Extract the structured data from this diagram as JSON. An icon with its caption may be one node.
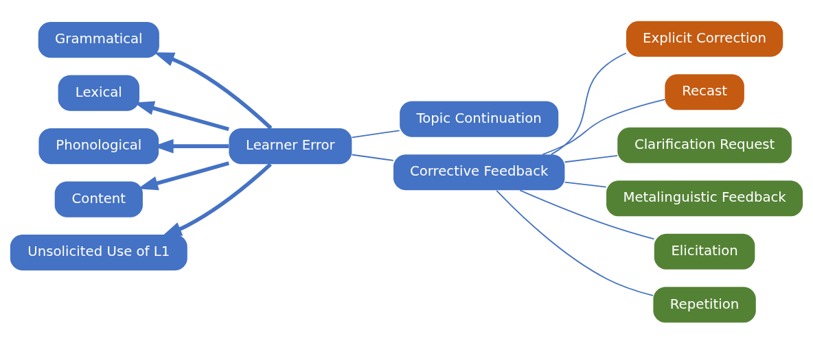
{
  "diagram": {
    "nodes": [
      {
        "text": [
          "Grammatical"
        ]
      },
      {
        "text": [
          "Lexical"
        ]
      },
      {
        "text": [
          "Phonological"
        ]
      },
      {
        "text": [
          "Learner Error"
        ]
      },
      {
        "text": [
          "Content"
        ]
      },
      {
        "text": [
          "Unsolicited Use of L1"
        ]
      },
      {
        "text": [
          "Topic Continuation"
        ]
      },
      {
        "text": [
          "Corrective Feedback"
        ]
      },
      {
        "text": [
          "Explicit Correction"
        ]
      },
      {
        "text": [
          "Recast"
        ]
      },
      {
        "text": [
          "Clarification Request"
        ]
      },
      {
        "text": [
          "Metalinguistic Feedback"
        ]
      },
      {
        "text": [
          "Elicitation"
        ]
      },
      {
        "text": [
          "Repetition"
        ]
      }
    ],
    "edges": [
      {
        "from": 3,
        "to": 0,
        "arrow": "to",
        "style": "thick"
      },
      {
        "from": 3,
        "to": 1,
        "arrow": "to",
        "style": "thick"
      },
      {
        "from": 3,
        "to": 2,
        "arrow": "to",
        "style": "thick"
      },
      {
        "from": 3,
        "to": 4,
        "arrow": "to",
        "style": "thick"
      },
      {
        "from": 3,
        "to": 5,
        "arrow": "to",
        "style": "thick"
      },
      {
        "from": 3,
        "to": 6,
        "arrow": "none"
      },
      {
        "from": 3,
        "to": 7,
        "arrow": "none"
      },
      {
        "from": 7,
        "to": 8,
        "arrow": "none"
      },
      {
        "from": 7,
        "to": 9,
        "arrow": "none"
      },
      {
        "from": 7,
        "to": 10,
        "arrow": "none"
      },
      {
        "from": 7,
        "to": 11,
        "arrow": "none"
      },
      {
        "from": 7,
        "to": 12,
        "arrow": "none"
      },
      {
        "from": 7,
        "to": 13,
        "arrow": "none"
      }
    ]
  }
}
